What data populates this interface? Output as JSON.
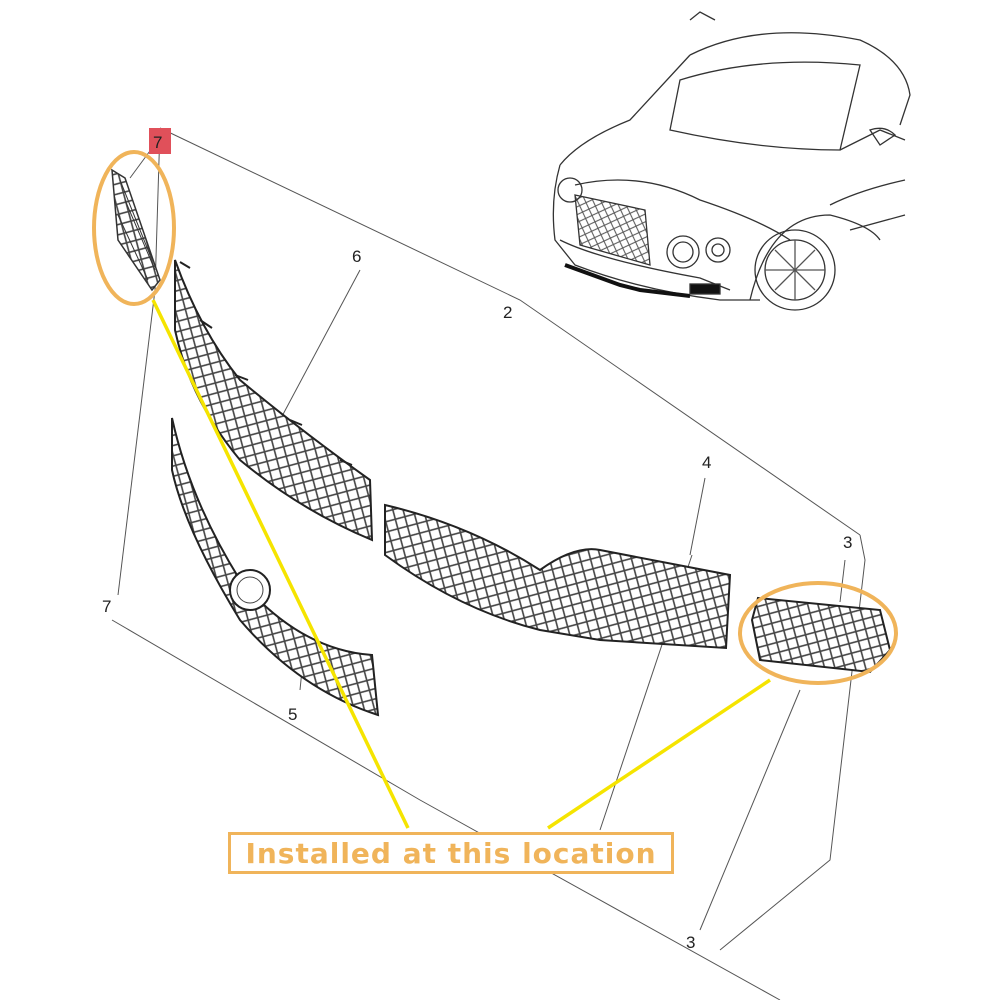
{
  "banner": {
    "text": "Installed at this location"
  },
  "callouts": {
    "highlighted": "7",
    "top_right_grille": "2",
    "upper_grille": "6",
    "center_grille": "4",
    "corner_grille_upper": "3",
    "corner_grille_lower": "3",
    "left_frame": "7",
    "lower_grille": "5"
  },
  "colors": {
    "highlight_ring": "#f0b45a",
    "pointer_line": "#f5e400",
    "callout_badge": "#e0505a",
    "line_art": "#333333"
  }
}
